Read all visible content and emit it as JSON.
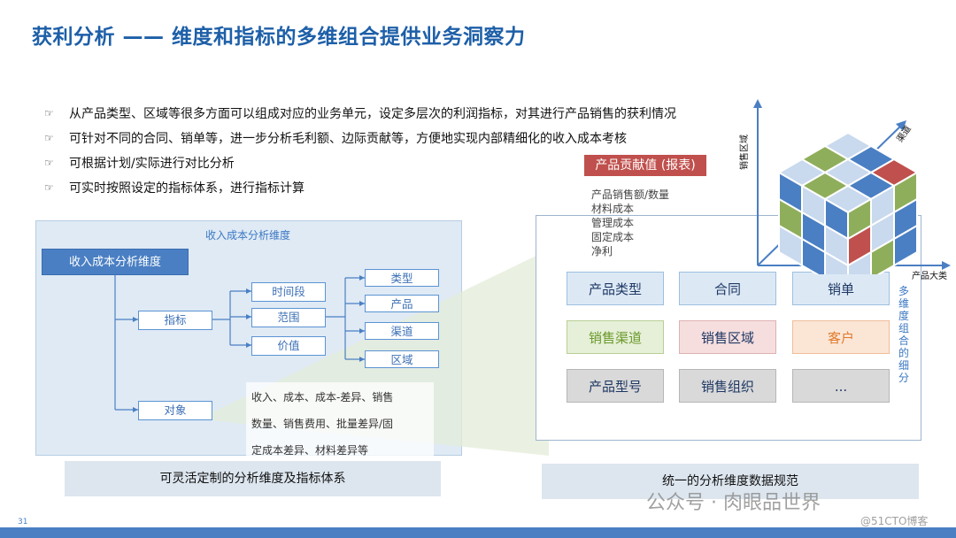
{
  "title": "获利分析 —— 维度和指标的多维组合提供业务洞察力",
  "bullets": [
    "从产品类型、区域等很多方面可以组成对应的业务单元，设定多层次的利润指标，对其进行产品销售的获利情况",
    "可针对不同的合同、销单等，进一步分析毛利额、边际贡献等，方便地实现内部精细化的收入成本考核",
    "可根据计划/实际进行对比分析",
    "可实时按照设定的指标体系，进行指标计算"
  ],
  "left_diagram": {
    "box_title": "收入成本分析维度",
    "root": "收入成本分析维度",
    "level1": [
      "指标",
      "对象"
    ],
    "level2": [
      "时间段",
      "范围",
      "价值"
    ],
    "level3": [
      "类型",
      "产品",
      "渠道",
      "区域"
    ],
    "object_text": [
      "收入、成本、成本-差异、销售",
      "数量、销售费用、批量差异/固",
      "定成本差异、材料差异等"
    ],
    "caption": "可灵活定制的分析维度及指标体系"
  },
  "right_diagram": {
    "report_badge": "产品贡献值 (报表)",
    "report_items": [
      "产品销售额/数量",
      "材料成本",
      "管理成本",
      "固定成本",
      "净利"
    ],
    "cells": [
      {
        "label": "产品类型",
        "color": "#1f3864",
        "bg": "#dce9f5",
        "border": "#9dbfe0"
      },
      {
        "label": "合同",
        "color": "#1f3864",
        "bg": "#dce9f5",
        "border": "#9dbfe0"
      },
      {
        "label": "销单",
        "color": "#1f3864",
        "bg": "#dce9f5",
        "border": "#9dbfe0"
      },
      {
        "label": "销售渠道",
        "color": "#6a9a2a",
        "bg": "#e6efd8",
        "border": "#b9cf95"
      },
      {
        "label": "销售区域",
        "color": "#1f3864",
        "bg": "#f6dede",
        "border": "#ddb1b1"
      },
      {
        "label": "客户",
        "color": "#e07a2b",
        "bg": "#fbe6d6",
        "border": "#efbd9a"
      },
      {
        "label": "产品型号",
        "color": "#1f3864",
        "bg": "#d9d9d9",
        "border": "#b6b6b6"
      },
      {
        "label": "销售组织",
        "color": "#1f3864",
        "bg": "#d9d9d9",
        "border": "#b6b6b6"
      },
      {
        "label": "...",
        "color": "#1f3864",
        "bg": "#d9d9d9",
        "border": "#b6b6b6"
      }
    ],
    "side_label": "多维度组合的细分",
    "axis_y": "销售区域",
    "axis_x": "产品大类",
    "axis_z": "渠道",
    "caption": "统一的分析维度数据规范"
  },
  "footer": {
    "page_number": "31",
    "watermark": "公众号 · 肉眼品世界",
    "watermark2": "@51CTO博客"
  }
}
